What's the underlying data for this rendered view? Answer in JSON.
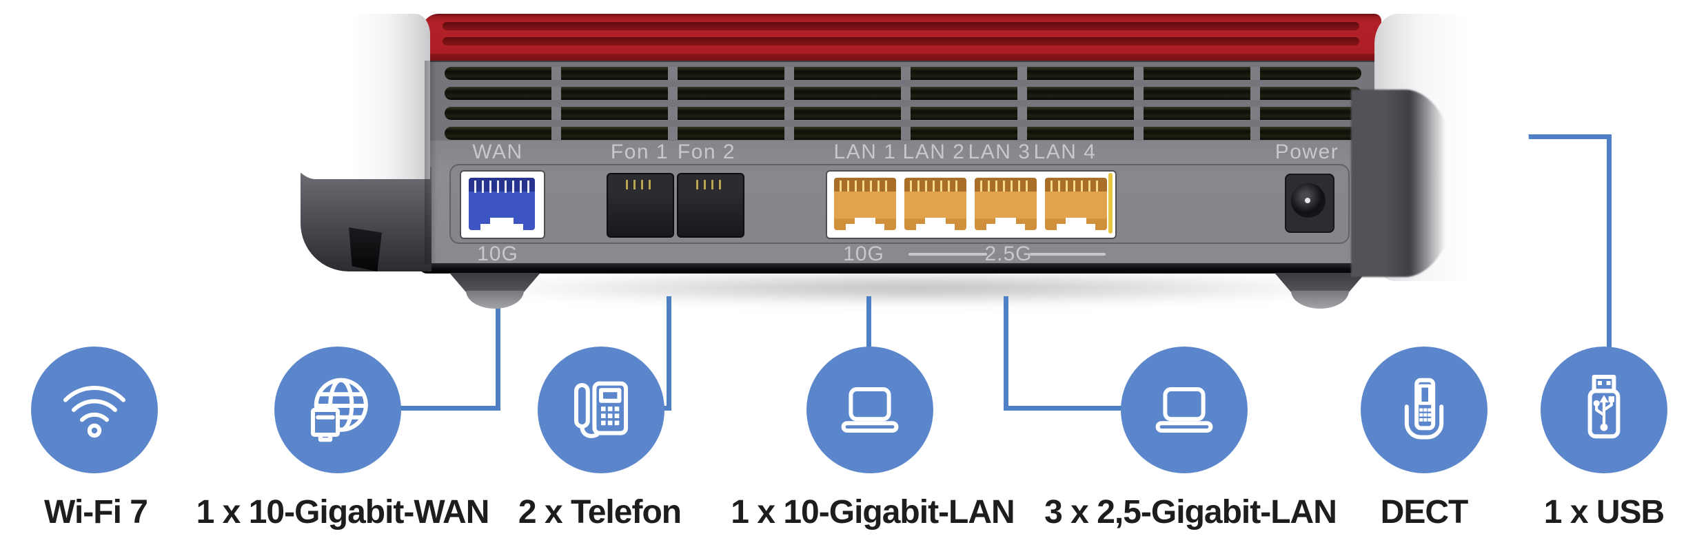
{
  "rear_panel": {
    "port_labels": {
      "wan": "WAN",
      "fon1": "Fon 1",
      "fon2": "Fon 2",
      "lan1": "LAN 1",
      "lan2": "LAN 2",
      "lan3": "LAN 3",
      "lan4": "LAN 4",
      "power": "Power"
    },
    "speed_labels": {
      "wan": "10G",
      "lan1": "10G",
      "lan_group": "2.5G"
    }
  },
  "features": [
    {
      "icon": "wifi-icon",
      "label": "Wi-Fi 7"
    },
    {
      "icon": "globe-wan-icon",
      "label": "1 x 10-Gigabit-WAN"
    },
    {
      "icon": "telefon-icon",
      "label": "2 x Telefon"
    },
    {
      "icon": "laptop-icon",
      "label": "1 x 10-Gigabit-LAN"
    },
    {
      "icon": "laptop-icon",
      "label": "3 x 2,5-Gigabit-LAN"
    },
    {
      "icon": "dect-handset-icon",
      "label": "DECT"
    },
    {
      "icon": "usb-stick-icon",
      "label": "1 x USB"
    }
  ],
  "colors": {
    "feature_blue": "#5B86CB",
    "callout_line_blue": "#4F7FC4",
    "brand_red": "#B22028",
    "port_label_gray": "#C7C8CA",
    "label_black": "#1D1D1B",
    "wan_jack_blue": "#3D55C2",
    "lan_jack_orange": "#E3A24C"
  }
}
